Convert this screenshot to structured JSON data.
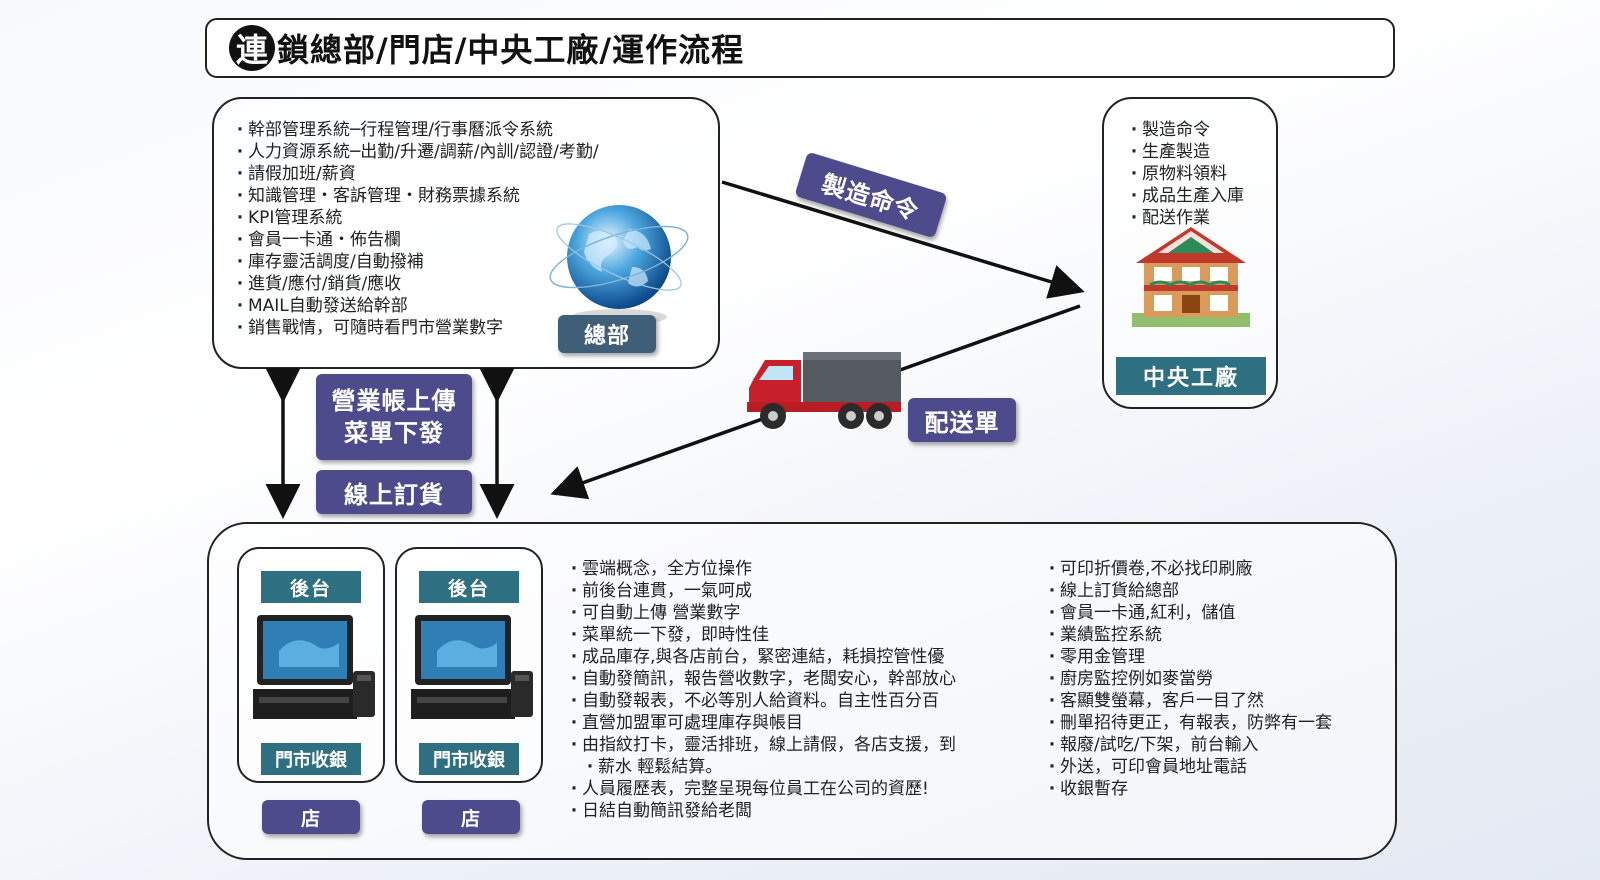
{
  "title": {
    "lead_char": "連",
    "rest": "鎖總部/門店/中央工廠/運作流程"
  },
  "hq": {
    "items": [
      "幹部管理系統─行程管理/行事曆派令系統",
      "人力資源系統─出勤/升遷/調薪/內訓/認證/考勤/",
      "請假加班/薪資",
      "知識管理・客訴管理・財務票據系統",
      "KPI管理系統",
      "會員一卡通・佈告欄",
      "庫存靈活調度/自動撥補",
      "進貨/應付/銷貨/應收",
      "MAIL自動發送給幹部",
      "銷售戰情，可隨時看門市營業數字"
    ],
    "label": "總部",
    "icon": "globe-icon"
  },
  "factory": {
    "items": [
      "製造命令",
      "生產製造",
      "原物料領料",
      "成品生產入庫",
      "配送作業"
    ],
    "label": "中央工廠",
    "icon": "factory-building-icon"
  },
  "flows": {
    "manufacture_order": "製造命令",
    "delivery_note": "配送單",
    "upload_line1": "營業帳上傳",
    "upload_line2": "菜單下發",
    "online_order": "線上訂貨"
  },
  "stores": [
    {
      "top_label": "後台",
      "bottom_label": "門市收銀",
      "footer": "店"
    },
    {
      "top_label": "後台",
      "bottom_label": "門市收銀",
      "footer": "店"
    }
  ],
  "store_features_left": [
    "雲端概念，全方位操作",
    "前後台連貫，一氣呵成",
    "可自動上傳 營業數字",
    "菜單統一下發，即時性佳",
    "成品庫存,與各店前台，緊密連結，耗損控管性優",
    "自動發簡訊，報告營收數字，老闆安心，幹部放心",
    "自動發報表，不必等別人給資料。自主性百分百",
    "直營加盟軍可處理庫存與帳目",
    "由指紋打卡，靈活排班，線上請假，各店支援，到",
    "薪水 輕鬆結算。",
    "人員履歷表，完整呈現每位員工在公司的資歷!",
    "日結自動簡訊發給老闆"
  ],
  "store_features_right": [
    "可印折價卷,不必找印刷廠",
    "線上訂貨給總部",
    "會員一卡通,紅利，儲值",
    "業績監控系統",
    "零用金管理",
    "廚房監控例如麥當勞",
    "客顯雙螢幕，客戶一目了然",
    "刪單招待更正，有報表，防弊有一套",
    "報廢/試吃/下架，前台輸入",
    "外送，可印會員地址電話",
    "收銀暫存"
  ],
  "colors": {
    "tag_purple": "#4d4b8c",
    "store_teal": "#2f6f82",
    "truck_red": "#c8202a"
  }
}
